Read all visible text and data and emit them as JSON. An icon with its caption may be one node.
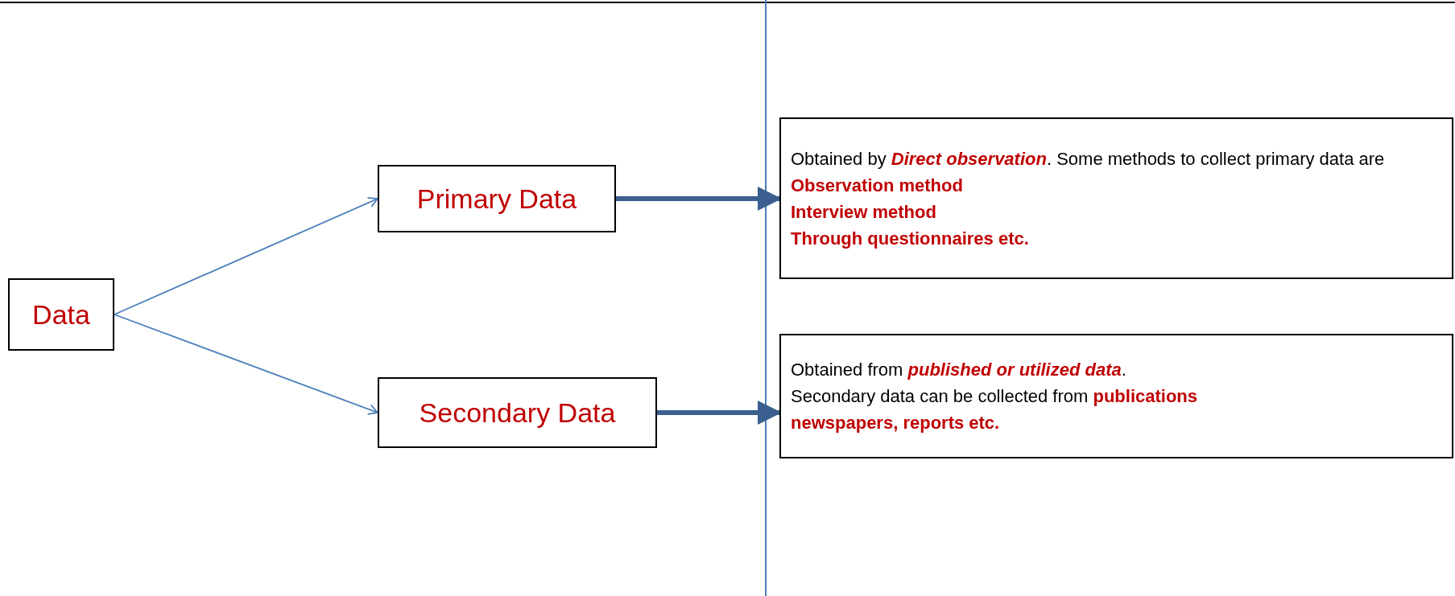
{
  "diagram": {
    "nodes": [
      {
        "text": [
          "Data"
        ]
      },
      {
        "text": [
          "Primary Data"
        ]
      },
      {
        "text": [
          "Secondary Data"
        ]
      },
      {
        "text": [
          "Obtained by *Direct observation*. Some methods to collect primary data are **Observation method**",
          "Interview method",
          "Through questionnaires etc."
        ]
      },
      {
        "text": [
          "Obtained from  *published or utilized data*.",
          "Secondary data can be collected from **publications**",
          "newspapers, reports etc."
        ]
      }
    ],
    "edges": [
      {
        "from": 0,
        "to": 1,
        "arrow": "to"
      },
      {
        "from": 0,
        "to": 2,
        "arrow": "to"
      },
      {
        "from": 1,
        "to": 3,
        "arrow": "to",
        "style": "thick",
        "color": "#3b5f8e"
      },
      {
        "from": 2,
        "to": 4,
        "arrow": "to",
        "style": "thick",
        "color": "#3b5f8e"
      }
    ]
  }
}
